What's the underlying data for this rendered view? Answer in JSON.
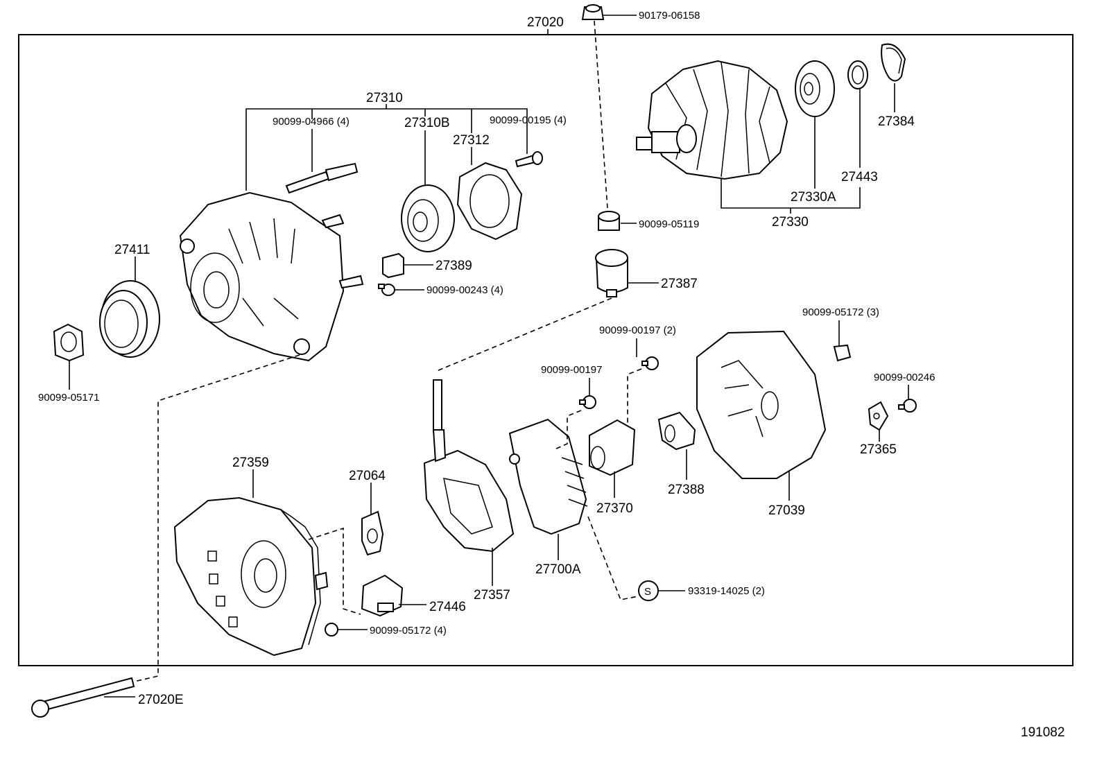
{
  "diagram_number": "191082",
  "labels": {
    "p27020": "27020",
    "p90179_06158": "90179-06158",
    "p27310": "27310",
    "p90099_04966": "90099-04966 (4)",
    "p27310B": "27310B",
    "p90099_00195": "90099-00195 (4)",
    "p27312": "27312",
    "p27384": "27384",
    "p27443": "27443",
    "p27330A": "27330A",
    "p27330": "27330",
    "p90099_05119": "90099-05119",
    "p27411": "27411",
    "p27389": "27389",
    "p90099_00243": "90099-00243 (4)",
    "p27387": "27387",
    "p90099_05172_3": "90099-05172 (3)",
    "p90099_00197_2": "90099-00197 (2)",
    "p90099_05171": "90099-05171",
    "p90099_00197": "90099-00197",
    "p90099_00246": "90099-00246",
    "p27365": "27365",
    "p27359": "27359",
    "p27064": "27064",
    "p27370": "27370",
    "p27388": "27388",
    "p27039": "27039",
    "p27700A": "27700A",
    "p27446": "27446",
    "p27357": "27357",
    "p93319_14025": "93319-14025 (2)",
    "s_mark": "S",
    "p90099_05172_4": "90099-05172 (4)",
    "p27020E": "27020E"
  }
}
